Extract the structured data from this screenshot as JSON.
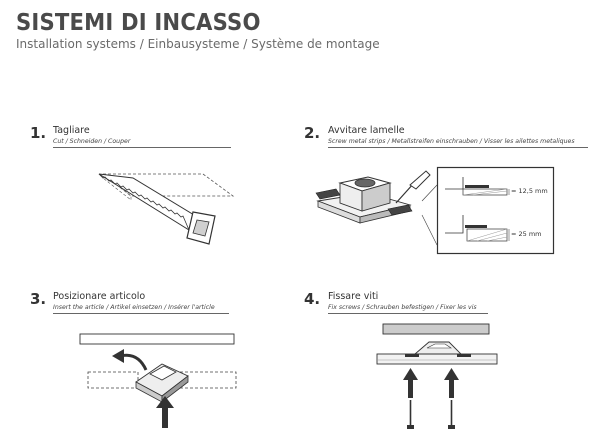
{
  "header": {
    "title": "SISTEMI DI INCASSO",
    "subtitle": "Installation systems / Einbausysteme / Système de montage"
  },
  "steps": [
    {
      "number": "1.",
      "title": "Tagliare",
      "subtitle": "Cut / Schneiden / Couper"
    },
    {
      "number": "2.",
      "title": "Avvitare lamelle",
      "subtitle": "Screw metal strips / Metallstreifen einschrauben / Visser les ailettes metaliques"
    },
    {
      "number": "3.",
      "title": "Posizionare articolo",
      "subtitle": "Insert the article / Artikel einsetzen / Insérer l'article"
    },
    {
      "number": "4.",
      "title": "Fissare viti",
      "subtitle": "Fix screws / Schrauben befestigen / Fixer les vis"
    }
  ],
  "dimensions": {
    "small": "= 12,5 mm",
    "large": "= 25 mm"
  }
}
